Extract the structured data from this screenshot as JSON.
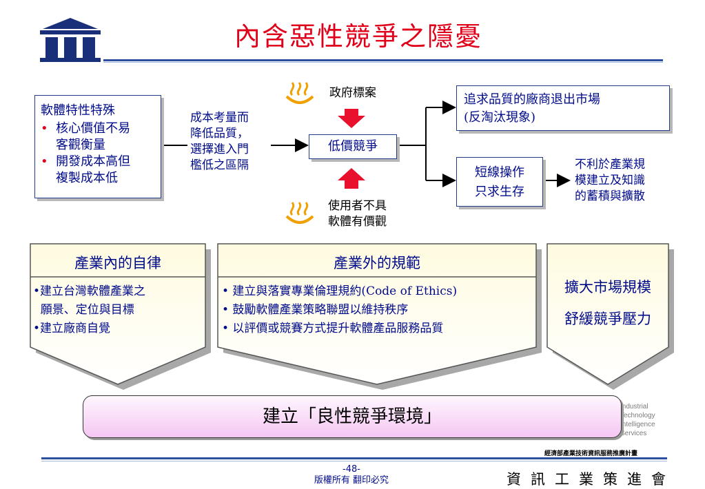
{
  "title": "內含惡性競爭之隱憂",
  "left_box": {
    "heading": "軟體特性特殊",
    "bullets": [
      "核心價值不易客觀衡量",
      "開發成本高但複製成本低"
    ],
    "bullet_lines": [
      [
        "核心價值不易",
        "客觀衡量"
      ],
      [
        "開發成本高但",
        "複製成本低"
      ]
    ]
  },
  "mid_text": [
    "成本考量而",
    "降低品質，",
    "選擇進入門",
    "檻低之區隔"
  ],
  "gov_label": "政府標案",
  "center_box": "低價競爭",
  "user_label": [
    "使用者不具",
    "軟體有價觀"
  ],
  "top_right_box": [
    "追求品質的廠商退出市場",
    "(反淘汰現象)"
  ],
  "short_box": [
    "短線操作",
    "只求生存"
  ],
  "right_text": [
    "不利於產業規",
    "模建立及知識",
    "的蓄積與擴散"
  ],
  "pentagons": [
    {
      "label": "產業內的自律",
      "items": [
        "•建立台灣軟體產業之",
        "  願景、定位與目標",
        "•建立廠商自覺"
      ]
    },
    {
      "label": "產業外的規範",
      "items": [
        "• 建立與落實專業倫理規約(Code of Ethics)",
        "• 鼓勵軟體產業策略聯盟以維持秩序",
        "• 以評價或競賽方式提升軟體產品服務品質"
      ]
    },
    {
      "label_lines": [
        "擴大市場規模",
        "舒緩競爭壓力"
      ]
    }
  ],
  "banner": "建立「良性競爭環境」",
  "footer": {
    "page": "-48-",
    "copyright": "版權所有 翻印必究",
    "org": "資訊工業策進會"
  },
  "iii_logo": {
    "lines": [
      "Industrial",
      "Technology",
      "Intelligence",
      "Services"
    ],
    "sub": "經濟部產業技術資訊服務推廣計畫"
  },
  "colors": {
    "title": "#e0001a",
    "text": "#000b8a",
    "rule": "#2a4ea0",
    "pentagon": "#fffbd8",
    "banner": "#f4c6f2"
  },
  "icons": [
    "iii-logo-icon",
    "hot-spring-icon",
    "red-arrow-down-icon",
    "red-arrow-up-icon"
  ]
}
